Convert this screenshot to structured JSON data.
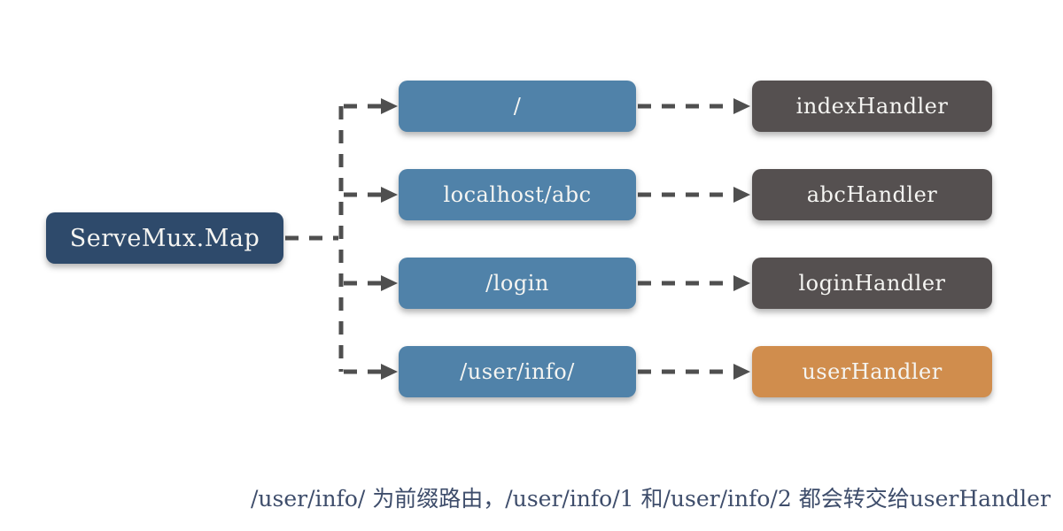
{
  "diagram": {
    "root": {
      "label": "ServeMux.Map"
    },
    "rows": [
      {
        "route": "/",
        "handler": "indexHandler",
        "handler_variant": "default"
      },
      {
        "route": "localhost/abc",
        "handler": "abcHandler",
        "handler_variant": "default"
      },
      {
        "route": "/login",
        "handler": "loginHandler",
        "handler_variant": "default"
      },
      {
        "route": "/user/info/",
        "handler": "userHandler",
        "handler_variant": "highlight"
      }
    ],
    "caption": "/user/info/ 为前缀路由，/user/info/1 和/user/info/2 都会转交给userHandler"
  },
  "colors": {
    "root_box": "#2e4a6b",
    "route_box": "#5082a9",
    "handler_box": "#555050",
    "highlight_box": "#d08d4d",
    "connector": "#4f4f4f",
    "caption_text": "#3e4d6b",
    "box_text": "#f5f5f2",
    "background": "#ffffff"
  }
}
